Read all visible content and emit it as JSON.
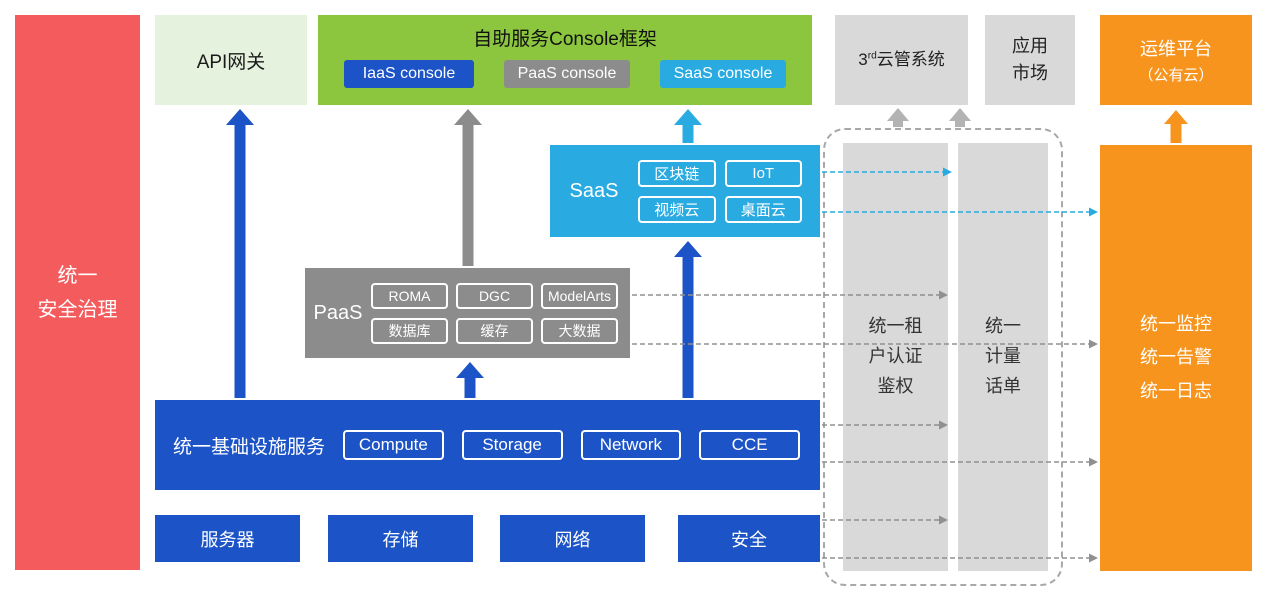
{
  "colors": {
    "red": "#F45B5D",
    "pale_green": "#E4F2DE",
    "green": "#8CC63F",
    "blue": "#1C54C7",
    "gray": "#8C8C8C",
    "light_gray": "#D9D9D9",
    "cyan": "#29ABE2",
    "orange": "#F7941E"
  },
  "security_bar": {
    "label": "统一\n安全治理"
  },
  "api_gateway": {
    "label": "API网关"
  },
  "console_frame": {
    "title": "自助服务Console框架",
    "consoles": [
      {
        "label": "IaaS console"
      },
      {
        "label": "PaaS console"
      },
      {
        "label": "SaaS console"
      }
    ]
  },
  "third_party_cloud": {
    "prefix": "3",
    "sup": "rd",
    "suffix": "云管系统"
  },
  "app_market": {
    "label": "应用\n市场"
  },
  "om_platform": {
    "line1": "运维平台",
    "line2": "（公有云）"
  },
  "saas": {
    "label": "SaaS",
    "items": [
      "区块链",
      "IoT",
      "视频云",
      "桌面云"
    ]
  },
  "paas": {
    "label": "PaaS",
    "items": [
      "ROMA",
      "DGC",
      "ModelArts",
      "数据库",
      "缓存",
      "大数据"
    ]
  },
  "iaas": {
    "label": "统一基础设施服务",
    "items": [
      "Compute",
      "Storage",
      "Network",
      "CCE"
    ]
  },
  "hardware_row": [
    "服务器",
    "存储",
    "网络",
    "安全"
  ],
  "auth_bar": {
    "label": "统一租\n户认证\n鉴权"
  },
  "metering_bar": {
    "label": "统一\n计量\n话单"
  },
  "monitoring": {
    "label": "统一监控\n统一告警\n统一日志"
  }
}
